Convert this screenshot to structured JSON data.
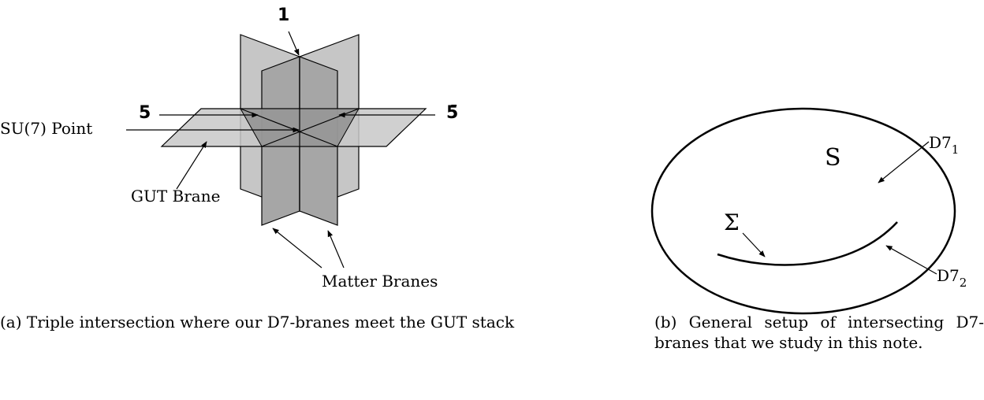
{
  "panel_a": {
    "label_singlet": "1",
    "label_five": "5",
    "label_fivebar": "5̄",
    "label_su7": "SU(7) Point",
    "label_gut": "GUT Brane",
    "label_matter": "Matter Branes",
    "caption": "(a) Triple intersection where our D7-branes meet the GUT stack"
  },
  "panel_b": {
    "label_s": "S",
    "label_sigma": "Σ",
    "label_d7_1_base": "D7",
    "label_d7_1_sub": "1",
    "label_d7_2_base": "D7",
    "label_d7_2_sub": "2",
    "caption": "(b) General setup of intersecting D7-branes that we study in this note."
  },
  "colors": {
    "plane_light": "#c8c8c8",
    "plane_mid": "#a9a9a9",
    "plane_dark": "#8a8a8a",
    "stroke": "#000000"
  }
}
